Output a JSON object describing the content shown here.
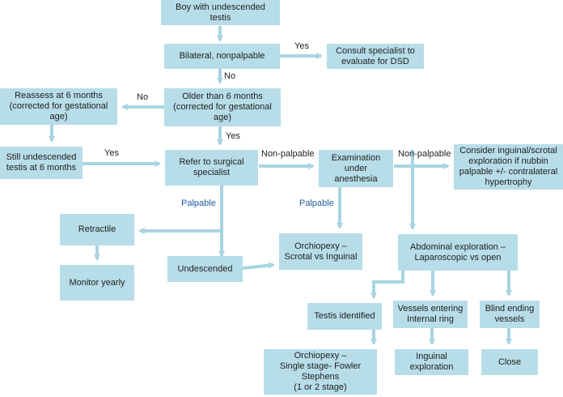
{
  "boxes": {
    "start": "Boy with undescended testis",
    "bilateral": "Bilateral, nonpalpable",
    "consult": "Consult specialist to\nevaluate for DSD",
    "older": "Older than 6 months\n(corrected for gestational\nage)",
    "reassess": "Reassess at 6 months\n(corrected for gestational\nage)",
    "still": "Still undescended\ntestis at 6 months",
    "refer": "Refer to surgical\nspecialist",
    "eua": "Examination\nunder\nanesthesia",
    "consider": "Consider inguinal/scrotal\nexploration if nubbin\npalpable +/- contralateral\nhypertrophy",
    "retractile": "Retractile",
    "monitor": "Monitor yearly",
    "undescended": "Undescended",
    "orchiopexy1": "Orchiopexy –\nScrotal vs Inguinal",
    "abdominal": "Abdominal exploration –\nLaparoscopic vs open",
    "testis": "Testis identified",
    "vessels": "Vessels entering\nInternal ring",
    "blind": "Blind ending\nvessels",
    "orchiopexy2": "Orchiopexy –\nSingle stage- Fowler\nStephens\n(1 or 2 stage)",
    "inguinal": "Inguinal\nexploration",
    "close": "Close"
  },
  "labels": {
    "yes_dsd": "Yes",
    "no_down": "No",
    "no_left": "No",
    "yes_refer": "Yes",
    "yes_still": "Yes",
    "nonpalpable_1": "Non-palpable",
    "nonpalpable_2": "Non-palpable",
    "palpable_1": "Palpable",
    "palpable_2": "Palpable"
  },
  "colors": {
    "box_fill": "#b7dde8",
    "arrow": "#a9d4e2",
    "label_blue": "#1f5c9e"
  }
}
